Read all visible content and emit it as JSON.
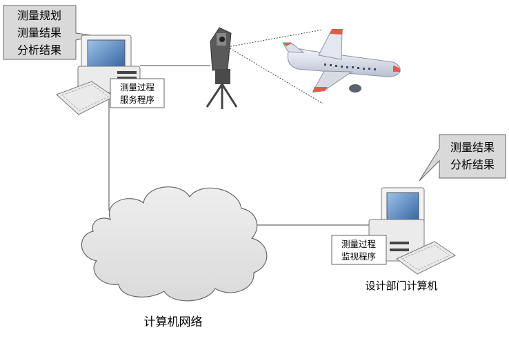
{
  "callouts": {
    "top_left": {
      "lines": [
        "测量规划",
        "测量结果",
        "分析结果"
      ]
    },
    "right": {
      "lines": [
        "测量结果",
        "分析结果"
      ]
    }
  },
  "labels": {
    "server_program": {
      "lines": [
        "测量过程",
        "服务程序"
      ]
    },
    "monitor_program": {
      "lines": [
        "测量过程",
        "监视程序"
      ]
    },
    "design_dept": "设计部门计算机",
    "network": "计算机网络"
  },
  "colors": {
    "callout_fill": "#d9d9d9",
    "line": "#333333",
    "cloud_fill": "#e6e6e6",
    "airplane_accent": "#e8574e"
  },
  "icons": {
    "computer_left": "desktop-computer-icon",
    "computer_right": "desktop-computer-icon",
    "laser_tracker": "laser-tracker-icon",
    "airplane": "airplane-icon",
    "cloud": "network-cloud-icon"
  }
}
